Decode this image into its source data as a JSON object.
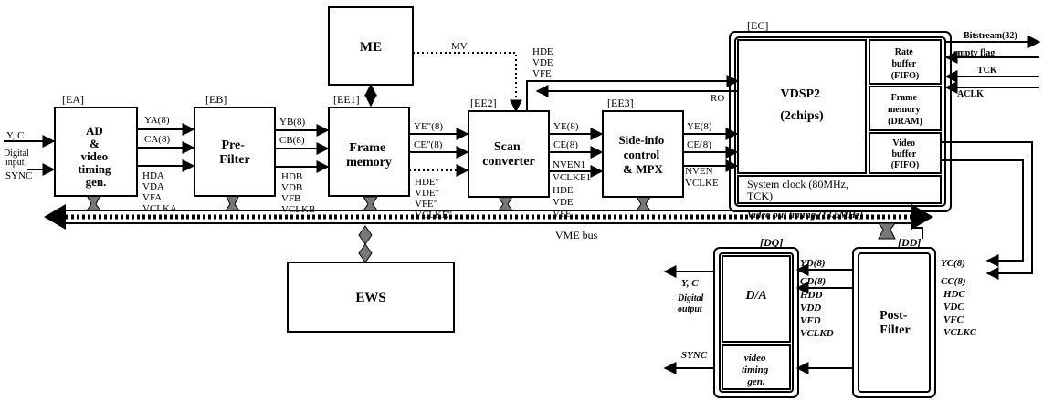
{
  "blocks": {
    "ea": {
      "tag": "[EA]",
      "lines": [
        "AD",
        "&",
        "video",
        "timing",
        "gen."
      ]
    },
    "eb": {
      "tag": "[EB]",
      "lines": [
        "Pre-",
        "Filter"
      ]
    },
    "ee1": {
      "tag": "[EE1]",
      "lines": [
        "Frame",
        "memory"
      ]
    },
    "ee2": {
      "tag": "[EE2]",
      "lines": [
        "Scan",
        "converter"
      ]
    },
    "ee3": {
      "tag": "[EE3]",
      "lines": [
        "Side-info",
        "control",
        "& MPX"
      ]
    },
    "me": {
      "label": "ME"
    },
    "ews": {
      "label": "EWS"
    },
    "ec": {
      "tag": "[EC]",
      "vdsp_lines": [
        "VDSP2",
        "(2chips)"
      ],
      "rate_buffer": [
        "Rate",
        "buffer",
        "(FIFO)"
      ],
      "frame_memory": [
        "Frame",
        "memory",
        "(DRAM)"
      ],
      "video_buffer": [
        "Video",
        "buffer",
        "(FIFO)"
      ],
      "system_clock": [
        "System clock (80MHz,",
        "TCK)"
      ]
    },
    "dq": {
      "tag": "[DQ]",
      "da": "D/A",
      "timing": [
        "video",
        "timing",
        "gen."
      ]
    },
    "dd": {
      "tag": "[DD]",
      "lines": [
        "Post-",
        "Filter"
      ]
    }
  },
  "signals": {
    "input": {
      "yc": "Y, C",
      "digital": "Digital",
      "input": "input",
      "sync": "SYNC"
    },
    "ea_out": {
      "ya": "YA(8)",
      "ca": "CA(8)",
      "hda": "HDA",
      "vda": "VDA",
      "vfa": "VFA",
      "vclka": "VCLKA"
    },
    "eb_out": {
      "yb": "YB(8)",
      "cb": "CB(8)",
      "hdb": "HDB",
      "vdb": "VDB",
      "vfb": "VFB",
      "vclkb": "VCLKB"
    },
    "ee1_out": {
      "ye": "YE\"(8)",
      "ce": "CE\"(8)",
      "hde": "HDE\"",
      "vde": "VDE\"",
      "vfe": "VFE\"",
      "vclke": "VCLKE\""
    },
    "mv": "MV",
    "ee2_top": {
      "hde": "HDE",
      "vde": "VDE",
      "vfe": "VFE"
    },
    "ee2_out": {
      "ye": "YE(8)",
      "ce": "CE(8)",
      "nven": "NVEN1",
      "vclke": "VCLKE1",
      "hde": "HDE",
      "vde": "VDE",
      "vfe": "VFE"
    },
    "ee3_out": {
      "ye": "YE(8)",
      "ce": "CE(8)",
      "nven": "NVEN",
      "vclke": "VCLKE"
    },
    "ro": "RO",
    "bitstream": "Bitstream(32)",
    "empty_flag": "empty flag",
    "tck": "TCK",
    "aclk": "ACLK",
    "video_out_timing": "Video out timing (13.5MHz)",
    "vme_bus": "VME bus",
    "dd_in": {
      "yc": "YC(8)",
      "cc": "CC(8)",
      "hdc": "HDC",
      "vdc": "VDC",
      "vfc": "VFC",
      "vclkc": "VCLKC"
    },
    "dq_in": {
      "yd": "YD(8)",
      "cd": "CD(8)",
      "hdd": "HDD",
      "vdd": "VDD",
      "vfd": "VFD",
      "vclkd": "VCLKD"
    },
    "output": {
      "yc": "Y, C",
      "digital": "Digital",
      "output": "output",
      "sync": "SYNC"
    }
  }
}
